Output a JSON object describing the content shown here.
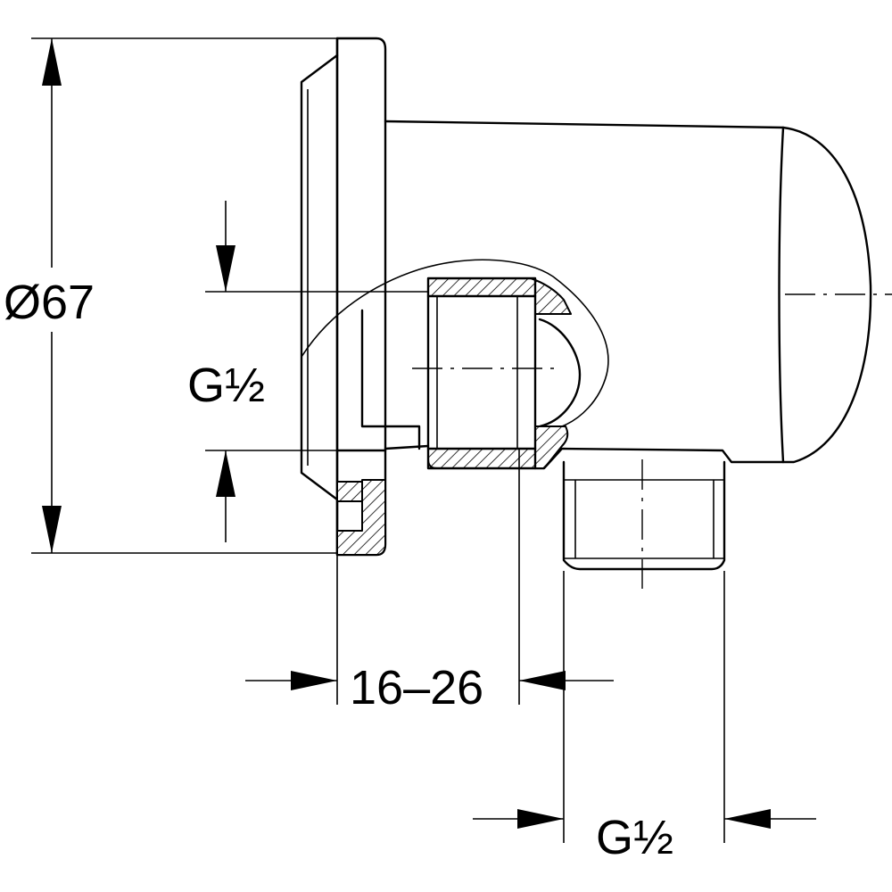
{
  "dimensions": {
    "diameter": "Ø67",
    "thread_left": "G½",
    "depth_range": "16–26",
    "thread_bottom": "G½"
  }
}
